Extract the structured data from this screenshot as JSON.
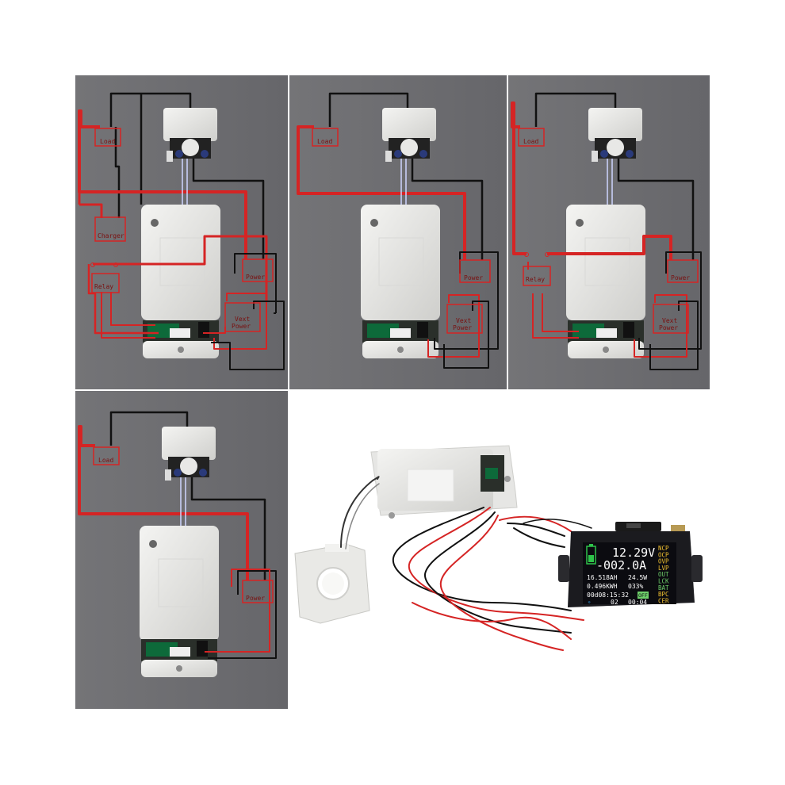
{
  "panels": {
    "p1": {
      "load": "Load",
      "charger": "Charger",
      "relay": "Relay",
      "power": "Power",
      "vext": [
        "Vext",
        "Power"
      ]
    },
    "p2": {
      "load": "Load",
      "power": "Power",
      "vext": [
        "Vext",
        "Power"
      ]
    },
    "p3": {
      "load": "Load",
      "relay": "Relay",
      "power": "Power",
      "vext": [
        "Vext",
        "Power"
      ]
    },
    "p4": {
      "load": "Load",
      "power": "Power"
    }
  },
  "meter": {
    "voltage": "12.29V",
    "current": "-002.0A",
    "capacity": "16.518AH",
    "power": "24.5W",
    "energy": "0.496KWH",
    "percent": "033%",
    "time": "00d08:15:32",
    "off_badge": "OFF",
    "counter": "02",
    "counter_time": "00:04",
    "status_flags": [
      "NCP",
      "OCP",
      "OVP",
      "LVP",
      "OUT",
      "LCK",
      "BAT",
      "BPC",
      "CER"
    ]
  },
  "colors": {
    "wire_red": "#d52424",
    "wire_black": "#111111",
    "panel_bg": "#6a6a6d",
    "lcd_bg": "#0b0b10"
  }
}
